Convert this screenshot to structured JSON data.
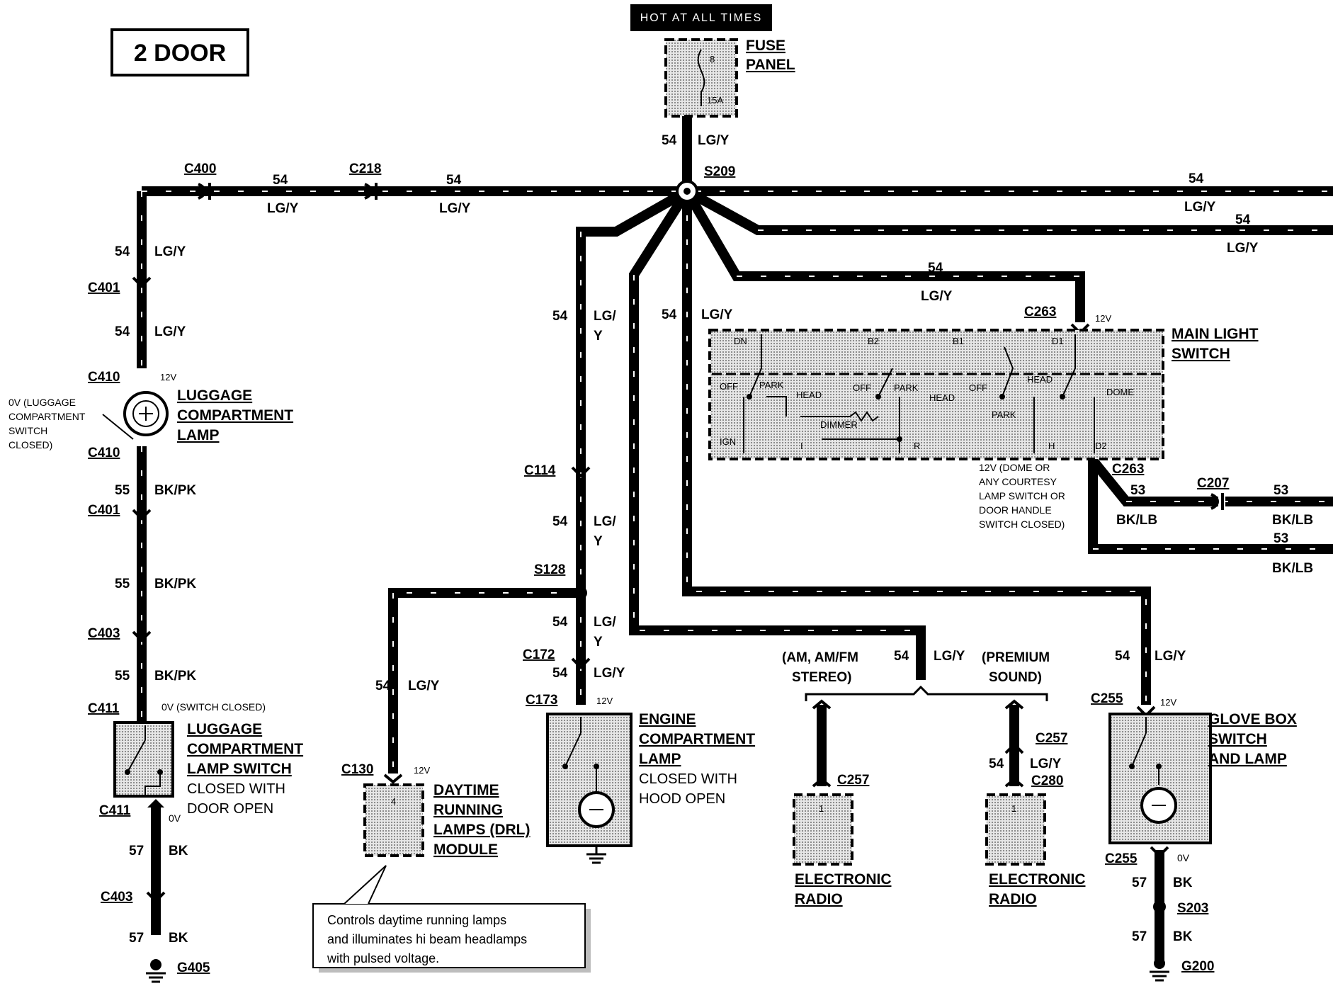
{
  "header": {
    "title": "2 DOOR",
    "power_label": "HOT AT ALL TIMES"
  },
  "fuse": {
    "name_1": "FUSE",
    "name_2": "PANEL",
    "number": "8",
    "rating": "15A"
  },
  "wires": {
    "c54": "54",
    "lgy": "LG/Y",
    "lg_slash": "LG/",
    "y": "Y",
    "c55": "55",
    "bkpk": "BK/PK",
    "c57": "57",
    "bk": "BK",
    "c53": "53",
    "bklb": "BK/LB"
  },
  "voltages": {
    "v12": "12V",
    "v0": "0V",
    "switch_closed": "0V (SWITCH CLOSED)"
  },
  "connectors": {
    "c400": "C400",
    "c218": "C218",
    "s209": "S209",
    "c401": "C401",
    "c410": "C410",
    "c403": "C403",
    "c411": "C411",
    "g405": "G405",
    "c114": "C114",
    "s128": "S128",
    "c172": "C172",
    "c173": "C173",
    "c130": "C130",
    "c263": "C263",
    "c207": "C207",
    "c257": "C257",
    "c280": "C280",
    "c255": "C255",
    "s203": "S203",
    "g200": "G200"
  },
  "components": {
    "luggage_lamp": [
      "LUGGAGE",
      "COMPARTMENT",
      "LAMP"
    ],
    "luggage_note": [
      "0V (LUGGAGE",
      "COMPARTMENT",
      "SWITCH",
      "CLOSED)"
    ],
    "luggage_switch": [
      "LUGGAGE",
      "COMPARTMENT",
      "LAMP SWITCH"
    ],
    "luggage_switch_note": [
      "CLOSED WITH",
      "DOOR OPEN"
    ],
    "drl": [
      "DAYTIME",
      "RUNNING",
      "LAMPS (DRL)",
      "MODULE"
    ],
    "drl_pin": "4",
    "drl_note": [
      "Controls daytime running lamps",
      "and illuminates hi beam headlamps",
      "with pulsed voltage."
    ],
    "engine_lamp": [
      "ENGINE",
      "COMPARTMENT",
      "LAMP"
    ],
    "engine_note": [
      "CLOSED WITH",
      "HOOD OPEN"
    ],
    "main_switch": [
      "MAIN LIGHT",
      "SWITCH"
    ],
    "main_switch_note": [
      "12V (DOME OR",
      "ANY COURTESY",
      "LAMP SWITCH OR",
      "DOOR HANDLE",
      "SWITCH CLOSED)"
    ],
    "switch_terminals": {
      "dn": "DN",
      "b2": "B2",
      "b1": "B1",
      "d1": "D1",
      "ign": "IGN",
      "i": "I",
      "r": "R",
      "h": "H",
      "d2": "D2"
    },
    "switch_positions": {
      "off": "OFF",
      "park": "PARK",
      "head": "HEAD",
      "dimmer": "DIMMER",
      "dome": "DOME"
    },
    "radio_std_note": [
      "(AM, AM/FM",
      "STEREO)"
    ],
    "radio_prem_note": [
      "(PREMIUM",
      "SOUND)"
    ],
    "radio": [
      "ELECTRONIC",
      "RADIO"
    ],
    "radio_pin": "1",
    "glove_box": [
      "GLOVE BOX",
      "SWITCH",
      "AND LAMP"
    ]
  }
}
